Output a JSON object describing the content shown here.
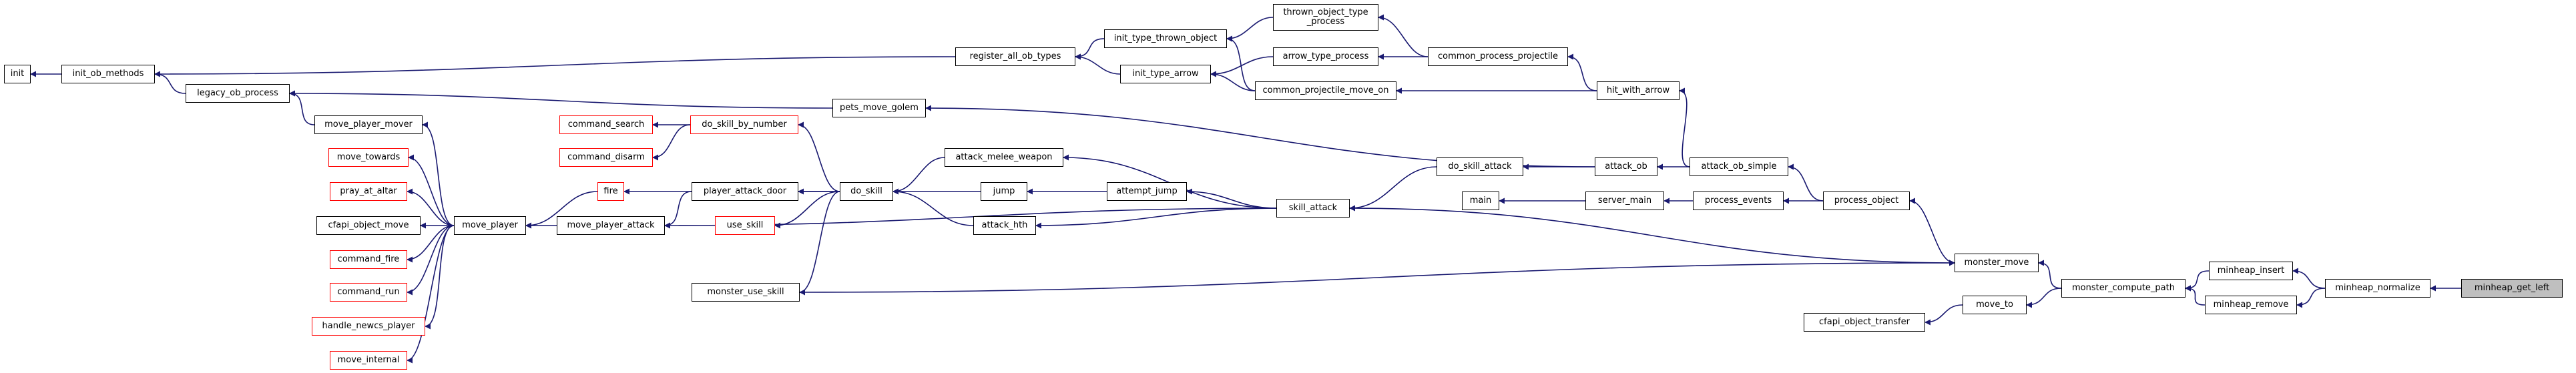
{
  "colors": {
    "edge": "#191970",
    "node_border": "#000000",
    "incomplete_border": "#ff0000",
    "highlight_fill": "#bfbfbf"
  },
  "nodes": [
    {
      "id": "init",
      "label": "init"
    },
    {
      "id": "init_ob_methods",
      "label": "init_ob_methods"
    },
    {
      "id": "legacy_ob_process",
      "label": "legacy_ob_process"
    },
    {
      "id": "register_all_ob_types",
      "label": "register_all_ob_types"
    },
    {
      "id": "init_type_thrown_object",
      "label": "init_type_thrown_object"
    },
    {
      "id": "init_type_arrow",
      "label": "init_type_arrow"
    },
    {
      "id": "thrown_object_type_process",
      "label": "thrown_object_type\n_process"
    },
    {
      "id": "arrow_type_process",
      "label": "arrow_type_process"
    },
    {
      "id": "common_process_projectile",
      "label": "common_process_projectile"
    },
    {
      "id": "common_projectile_move_on",
      "label": "common_projectile_move_on"
    },
    {
      "id": "hit_with_arrow",
      "label": "hit_with_arrow"
    },
    {
      "id": "pets_move_golem",
      "label": "pets_move_golem"
    },
    {
      "id": "move_player_mover",
      "label": "move_player_mover"
    },
    {
      "id": "move_towards",
      "label": "move_towards"
    },
    {
      "id": "pray_at_altar",
      "label": "pray_at_altar"
    },
    {
      "id": "cfapi_object_move",
      "label": "cfapi_object_move"
    },
    {
      "id": "command_fire",
      "label": "command_fire"
    },
    {
      "id": "command_run",
      "label": "command_run"
    },
    {
      "id": "handle_newcs_player",
      "label": "handle_newcs_player"
    },
    {
      "id": "move_internal",
      "label": "move_internal"
    },
    {
      "id": "move_player",
      "label": "move_player"
    },
    {
      "id": "move_player_attack",
      "label": "move_player_attack"
    },
    {
      "id": "fire",
      "label": "fire"
    },
    {
      "id": "command_search",
      "label": "command_search"
    },
    {
      "id": "command_disarm",
      "label": "command_disarm"
    },
    {
      "id": "do_skill_by_number",
      "label": "do_skill_by_number"
    },
    {
      "id": "player_attack_door",
      "label": "player_attack_door"
    },
    {
      "id": "use_skill",
      "label": "use_skill"
    },
    {
      "id": "do_skill",
      "label": "do_skill"
    },
    {
      "id": "attack_melee_weapon",
      "label": "attack_melee_weapon"
    },
    {
      "id": "jump",
      "label": "jump"
    },
    {
      "id": "attempt_jump",
      "label": "attempt_jump"
    },
    {
      "id": "attack_hth",
      "label": "attack_hth"
    },
    {
      "id": "monster_use_skill",
      "label": "monster_use_skill"
    },
    {
      "id": "skill_attack",
      "label": "skill_attack"
    },
    {
      "id": "do_skill_attack",
      "label": "do_skill_attack"
    },
    {
      "id": "attack_ob",
      "label": "attack_ob"
    },
    {
      "id": "attack_ob_simple",
      "label": "attack_ob_simple"
    },
    {
      "id": "main",
      "label": "main"
    },
    {
      "id": "server_main",
      "label": "server_main"
    },
    {
      "id": "process_events",
      "label": "process_events"
    },
    {
      "id": "process_object",
      "label": "process_object"
    },
    {
      "id": "monster_move",
      "label": "monster_move"
    },
    {
      "id": "cfapi_object_transfer",
      "label": "cfapi_object_transfer"
    },
    {
      "id": "move_to",
      "label": "move_to"
    },
    {
      "id": "monster_compute_path",
      "label": "monster_compute_path"
    },
    {
      "id": "minheap_insert",
      "label": "minheap_insert"
    },
    {
      "id": "minheap_remove",
      "label": "minheap_remove"
    },
    {
      "id": "minheap_normalize",
      "label": "minheap_normalize"
    },
    {
      "id": "minheap_get_left",
      "label": "minheap_get_left"
    }
  ],
  "edges": [
    [
      "init",
      "init_ob_methods"
    ],
    [
      "init_ob_methods",
      "legacy_ob_process"
    ],
    [
      "init_ob_methods",
      "register_all_ob_types"
    ],
    [
      "register_all_ob_types",
      "init_type_thrown_object"
    ],
    [
      "register_all_ob_types",
      "init_type_arrow"
    ],
    [
      "init_type_thrown_object",
      "thrown_object_type_process"
    ],
    [
      "init_type_thrown_object",
      "common_projectile_move_on"
    ],
    [
      "init_type_arrow",
      "arrow_type_process"
    ],
    [
      "init_type_arrow",
      "common_projectile_move_on"
    ],
    [
      "thrown_object_type_process",
      "common_process_projectile"
    ],
    [
      "arrow_type_process",
      "common_process_projectile"
    ],
    [
      "common_process_projectile",
      "hit_with_arrow"
    ],
    [
      "common_projectile_move_on",
      "hit_with_arrow"
    ],
    [
      "hit_with_arrow",
      "attack_ob_simple"
    ],
    [
      "legacy_ob_process",
      "pets_move_golem"
    ],
    [
      "legacy_ob_process",
      "move_player_mover"
    ],
    [
      "pets_move_golem",
      "attack_ob"
    ],
    [
      "move_player_mover",
      "move_player"
    ],
    [
      "move_towards",
      "move_player"
    ],
    [
      "pray_at_altar",
      "move_player"
    ],
    [
      "cfapi_object_move",
      "move_player"
    ],
    [
      "command_fire",
      "move_player"
    ],
    [
      "command_run",
      "move_player"
    ],
    [
      "handle_newcs_player",
      "move_player"
    ],
    [
      "move_internal",
      "move_player"
    ],
    [
      "move_player",
      "fire"
    ],
    [
      "move_player",
      "move_player_attack"
    ],
    [
      "fire",
      "do_skill"
    ],
    [
      "command_search",
      "do_skill_by_number"
    ],
    [
      "command_disarm",
      "do_skill_by_number"
    ],
    [
      "do_skill_by_number",
      "do_skill"
    ],
    [
      "player_attack_door",
      "do_skill"
    ],
    [
      "use_skill",
      "do_skill"
    ],
    [
      "move_player_attack",
      "player_attack_door"
    ],
    [
      "move_player_attack",
      "skill_attack"
    ],
    [
      "monster_use_skill",
      "do_skill"
    ],
    [
      "do_skill",
      "attack_melee_weapon"
    ],
    [
      "do_skill",
      "jump"
    ],
    [
      "do_skill",
      "attack_hth"
    ],
    [
      "jump",
      "attempt_jump"
    ],
    [
      "attack_melee_weapon",
      "skill_attack"
    ],
    [
      "attempt_jump",
      "skill_attack"
    ],
    [
      "attack_hth",
      "skill_attack"
    ],
    [
      "skill_attack",
      "do_skill_attack"
    ],
    [
      "do_skill_attack",
      "attack_ob"
    ],
    [
      "attack_ob",
      "attack_ob_simple"
    ],
    [
      "attack_ob_simple",
      "process_object"
    ],
    [
      "main",
      "server_main"
    ],
    [
      "server_main",
      "process_events"
    ],
    [
      "process_events",
      "process_object"
    ],
    [
      "process_object",
      "monster_move"
    ],
    [
      "monster_move",
      "skill_attack"
    ],
    [
      "monster_move",
      "monster_use_skill"
    ],
    [
      "monster_move",
      "monster_compute_path"
    ],
    [
      "cfapi_object_transfer",
      "move_to"
    ],
    [
      "move_to",
      "monster_compute_path"
    ],
    [
      "monster_compute_path",
      "minheap_insert"
    ],
    [
      "monster_compute_path",
      "minheap_remove"
    ],
    [
      "minheap_insert",
      "minheap_normalize"
    ],
    [
      "minheap_remove",
      "minheap_normalize"
    ],
    [
      "minheap_normalize",
      "minheap_get_left"
    ]
  ]
}
